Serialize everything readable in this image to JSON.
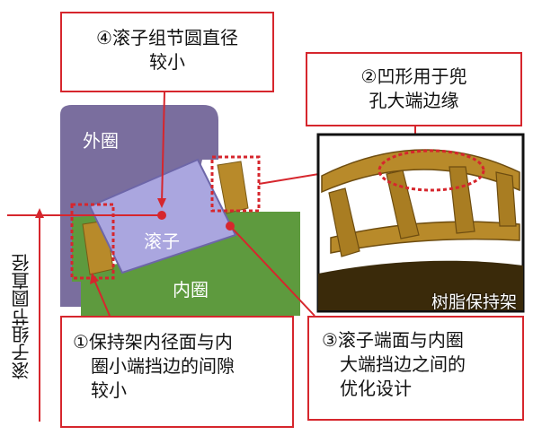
{
  "labels": {
    "outer_ring": "外圈",
    "roller": "滚子",
    "inner_ring": "内圈",
    "cage": "树脂保持架",
    "pitch_diameter": "滚子组节圆直径"
  },
  "callouts": {
    "c4": [
      "④滚子组节圆直径",
      "较小"
    ],
    "c2": [
      "②凹形用于兜",
      "孔大端边缘"
    ],
    "c1": [
      "①保持架内径面与内",
      "圈小端挡边的间隙",
      "较小"
    ],
    "c3": [
      "③滚子端面与内圈",
      "大端挡边之间的",
      "优化设计"
    ]
  },
  "colors": {
    "accent": "#d6262d",
    "outer_ring": "#7a6e9e",
    "roller": "#aaa6df",
    "inner_ring": "#5e9a3e",
    "cage": "#b88a2a"
  }
}
